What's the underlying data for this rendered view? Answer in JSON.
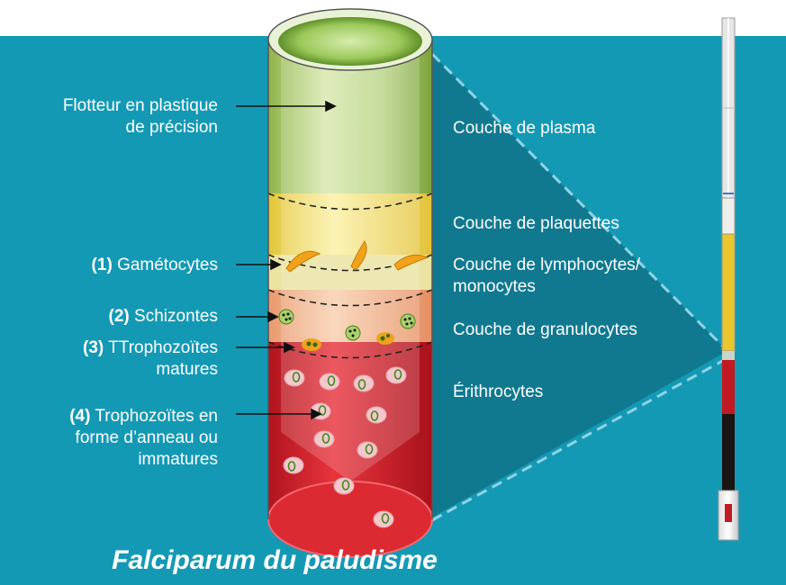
{
  "title": "Falciparum du paludisme",
  "left_labels": {
    "float": {
      "line1": "Flotteur en plastique",
      "line2": "de précision"
    },
    "gametocytes": {
      "num": "(1)",
      "text": "Gamétocytes"
    },
    "schizontes": {
      "num": "(2)",
      "text": "Schizontes"
    },
    "mature_troph": {
      "num": "(3)",
      "line1": "TTrophozoïtes",
      "line2": "matures"
    },
    "ring_troph": {
      "num": "(4)",
      "line1": "Trophozoïtes en",
      "line2": "forme d’anneau ou",
      "line3": "immatures"
    }
  },
  "layer_labels": {
    "plasma": "Couche de plasma",
    "platelets": "Couche de plaquettes",
    "lympho_line1": "Couche de lymphocytes/",
    "lympho_line2": "monocytes",
    "granulocytes": "Couche de granulocytes",
    "erythrocytes": "Érithrocytes"
  },
  "colors": {
    "background": "#1499b5",
    "plasma": "#bcd889",
    "platelets": "#f3e37a",
    "buffy": "#f4b78f",
    "red_cells": "#d9232e",
    "zoom_wedge": "#0f6f84"
  }
}
